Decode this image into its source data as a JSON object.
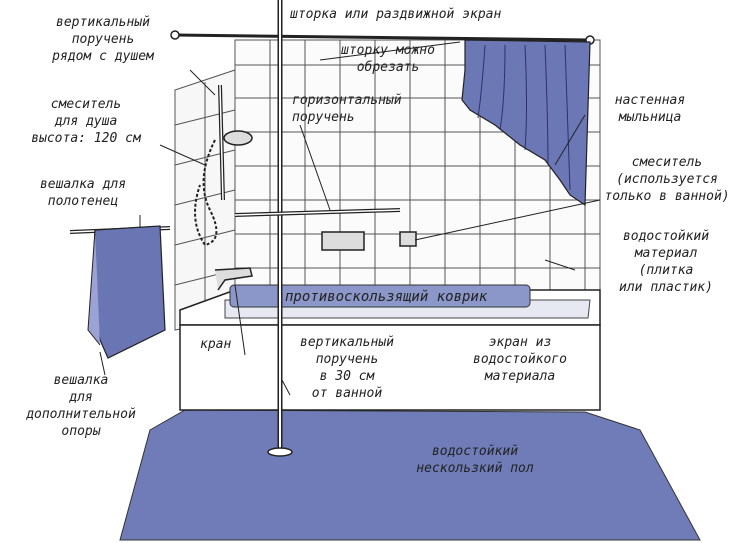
{
  "labels": {
    "grab_bar_vertical_shower": "вертикальный\nпоручень\nрядом с душем",
    "curtain_or_screen": "шторка или раздвижной экран",
    "curtain_can_be_cut": "шторку можно\nобрезать",
    "shower_mixer": "смеситель\nдля душа\nвысота: 120 см",
    "grab_bar_horizontal": "горизонтальный\nпоручень",
    "wall_soap_dish": "настенная\nмыльница",
    "towel_rail": "вешалка для\nполотенец",
    "mixer_bath_only": "смеситель\n(используется\nтолько в ванной)",
    "waterproof_material": "водостойкий\nматериал\n(плитка\nили пластик)",
    "non_slip_mat": "противоскользящий коврик",
    "faucet": "кран",
    "grab_bar_vertical_30": "вертикальный\nпоручень\nв 30 см\nот ванной",
    "screen_waterproof": "экран из\nводостойкого\nматериала",
    "rail_extra_support": "вешалка\nдля\nдополнительной\nопоры",
    "floor": "водостойкий\nнескользкий пол"
  },
  "colors": {
    "floor": "#6f7cb8",
    "curtain": "#6c78b6",
    "towel": "#6a76b4",
    "mat": "#8c97c9",
    "line": "#1a1a1a",
    "tile_line": "#555555"
  }
}
